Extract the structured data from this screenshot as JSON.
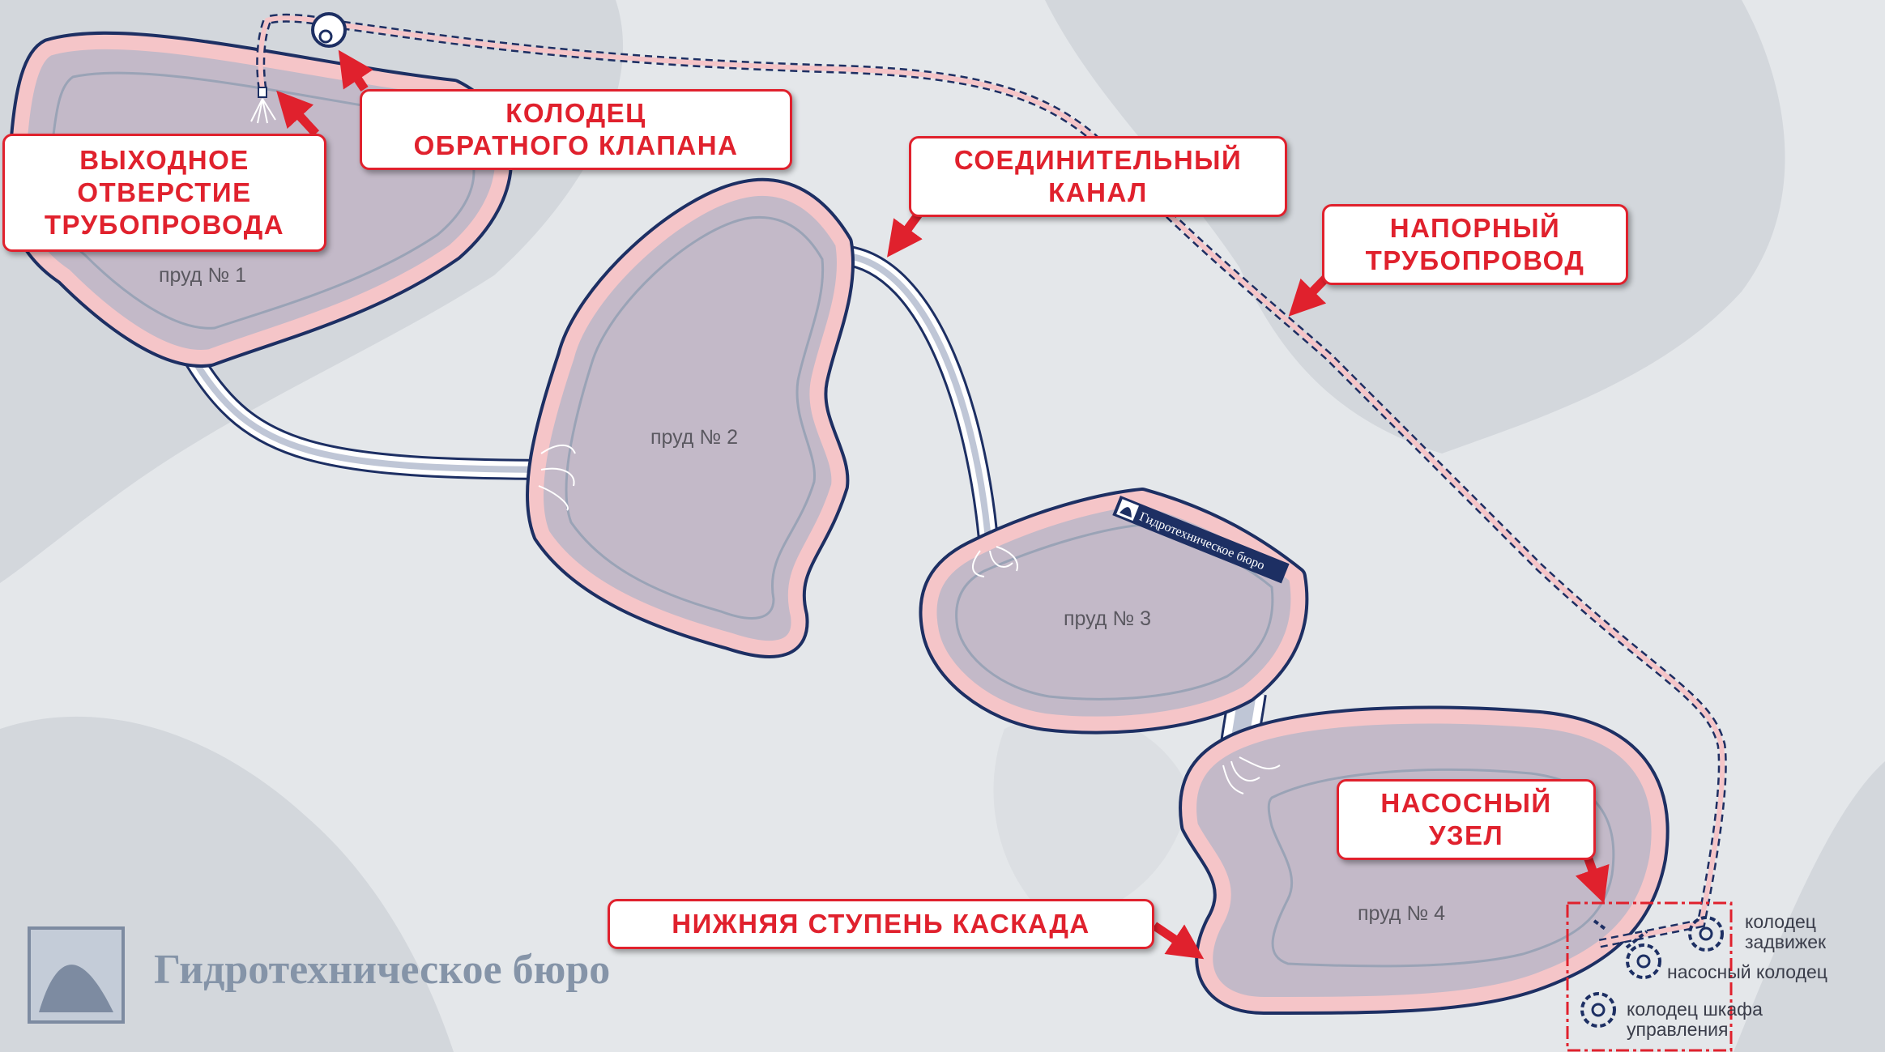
{
  "ponds": [
    {
      "label": "пруд № 1"
    },
    {
      "label": "пруд № 2"
    },
    {
      "label": "пруд № 3"
    },
    {
      "label": "пруд № 4"
    }
  ],
  "callouts": {
    "outlet": "ВЫХОДНОЕ\nОТВЕРСТИЕ\nТРУБОПРОВОДА",
    "check_valve_well": "КОЛОДЕЦ\nОБРАТНОГО  КЛАПАНА",
    "connecting_channel": "СОЕДИНИТЕЛЬНЫЙ\nКАНАЛ",
    "pressure_pipeline": "НАПОРНЫЙ\nТРУБОПРОВОД",
    "pump_station": "НАСОСНЫЙ\nУЗЕЛ",
    "lower_stage": "НИЖНЯЯ  СТУПЕНЬ  КАСКАДА"
  },
  "legend": {
    "valve_well": "колодец\nзадвижек",
    "pump_well": "насосный колодец",
    "cabinet_well": "колодец шкафа\nуправления"
  },
  "sign_text": "Гидротехническое бюро",
  "logo_text": "Гидротехническое бюро",
  "colors": {
    "background": "#e4e7ea",
    "terrain": "#d3d7dc",
    "water": "#c3b9c8",
    "bank": "#f5c5c8",
    "outline": "#1d2f63",
    "accent_red": "#e0212d",
    "logo": "#8594a8"
  }
}
